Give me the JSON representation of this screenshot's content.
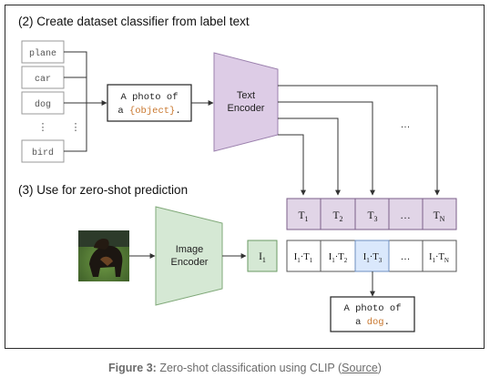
{
  "headings": {
    "create": "(2) Create dataset classifier from label text",
    "zero_shot": "(3) Use for zero-shot prediction"
  },
  "labels": [
    "plane",
    "car",
    "dog",
    "bird"
  ],
  "label_ellipsis": "⋮",
  "prompt": {
    "line1": "A photo of",
    "line2_pre": "a ",
    "line2_obj": "{object}",
    "line2_post": "."
  },
  "text_encoder": {
    "line1": "Text",
    "line2": "Encoder"
  },
  "image_encoder": {
    "line1": "Image",
    "line2": "Encoder"
  },
  "input_image": {
    "description_icon": "dog-photo"
  },
  "image_embedding": {
    "base": "I",
    "sub": "1"
  },
  "text_embeddings": [
    {
      "base": "T",
      "sub": "1"
    },
    {
      "base": "T",
      "sub": "2"
    },
    {
      "base": "T",
      "sub": "3"
    },
    {
      "base": "…",
      "sub": ""
    },
    {
      "base": "T",
      "sub": "N"
    }
  ],
  "similarities": [
    {
      "a": "I",
      "as": "1",
      "b": "T",
      "bs": "1"
    },
    {
      "a": "I",
      "as": "1",
      "b": "T",
      "bs": "2"
    },
    {
      "a": "I",
      "as": "1",
      "b": "T",
      "bs": "3"
    },
    {
      "a": "…",
      "as": "",
      "b": "",
      "bs": ""
    },
    {
      "a": "I",
      "as": "1",
      "b": "T",
      "bs": "N"
    }
  ],
  "fan_ellipsis": "…",
  "result": {
    "line1": "A photo of",
    "line2_pre": "a ",
    "line2_obj": "dog",
    "line2_post": "."
  },
  "caption": {
    "bold": "Figure 3:",
    "text": " Zero-shot classification using CLIP (",
    "link": "Source",
    "end": ")"
  },
  "colors": {
    "text_encoder": "#ddcce6",
    "image_encoder": "#d5e8d4",
    "embedding_purple": "#e1d5e7",
    "embedding_green": "#d5e8d4",
    "highlight_blue": "#dae8fc",
    "object_accent": "#c9772e"
  }
}
